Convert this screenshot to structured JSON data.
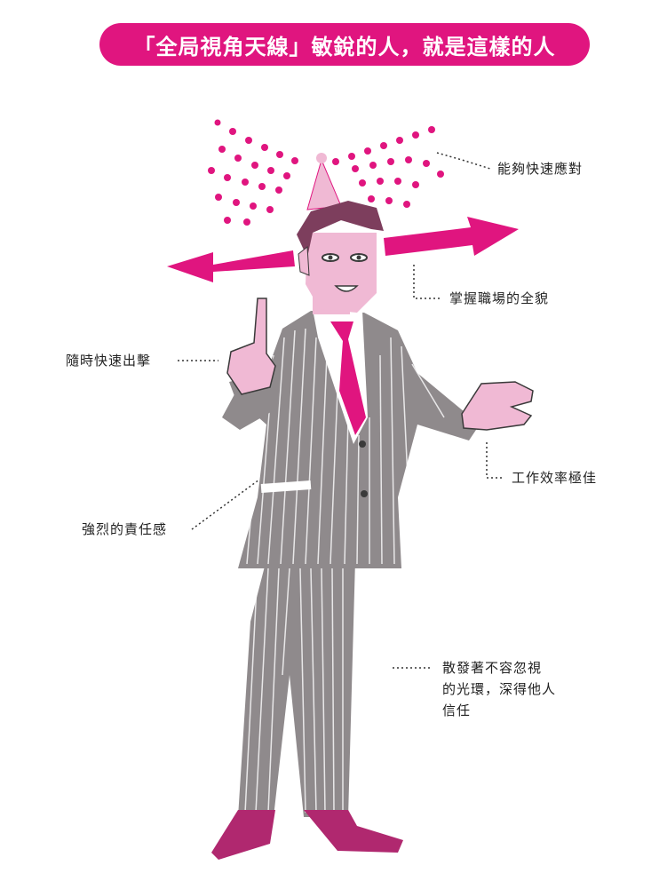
{
  "title": "「全局視角天線」敏銳的人，就是這樣的人",
  "labels": {
    "respond": "能夠快速應對",
    "grasp": "掌握職場的全貌",
    "act": "隨時快速出擊",
    "responsibility": "強烈的責任感",
    "efficiency": "工作效率極佳",
    "aura_line1": "散發著不容忽視",
    "aura_line2": "的光環，深得他人",
    "aura_line3": "信任"
  },
  "colors": {
    "accent": "#e0157f",
    "skin": "#f0b9d4",
    "suit": "#8f8a8c",
    "hair": "#7d3e5d"
  }
}
